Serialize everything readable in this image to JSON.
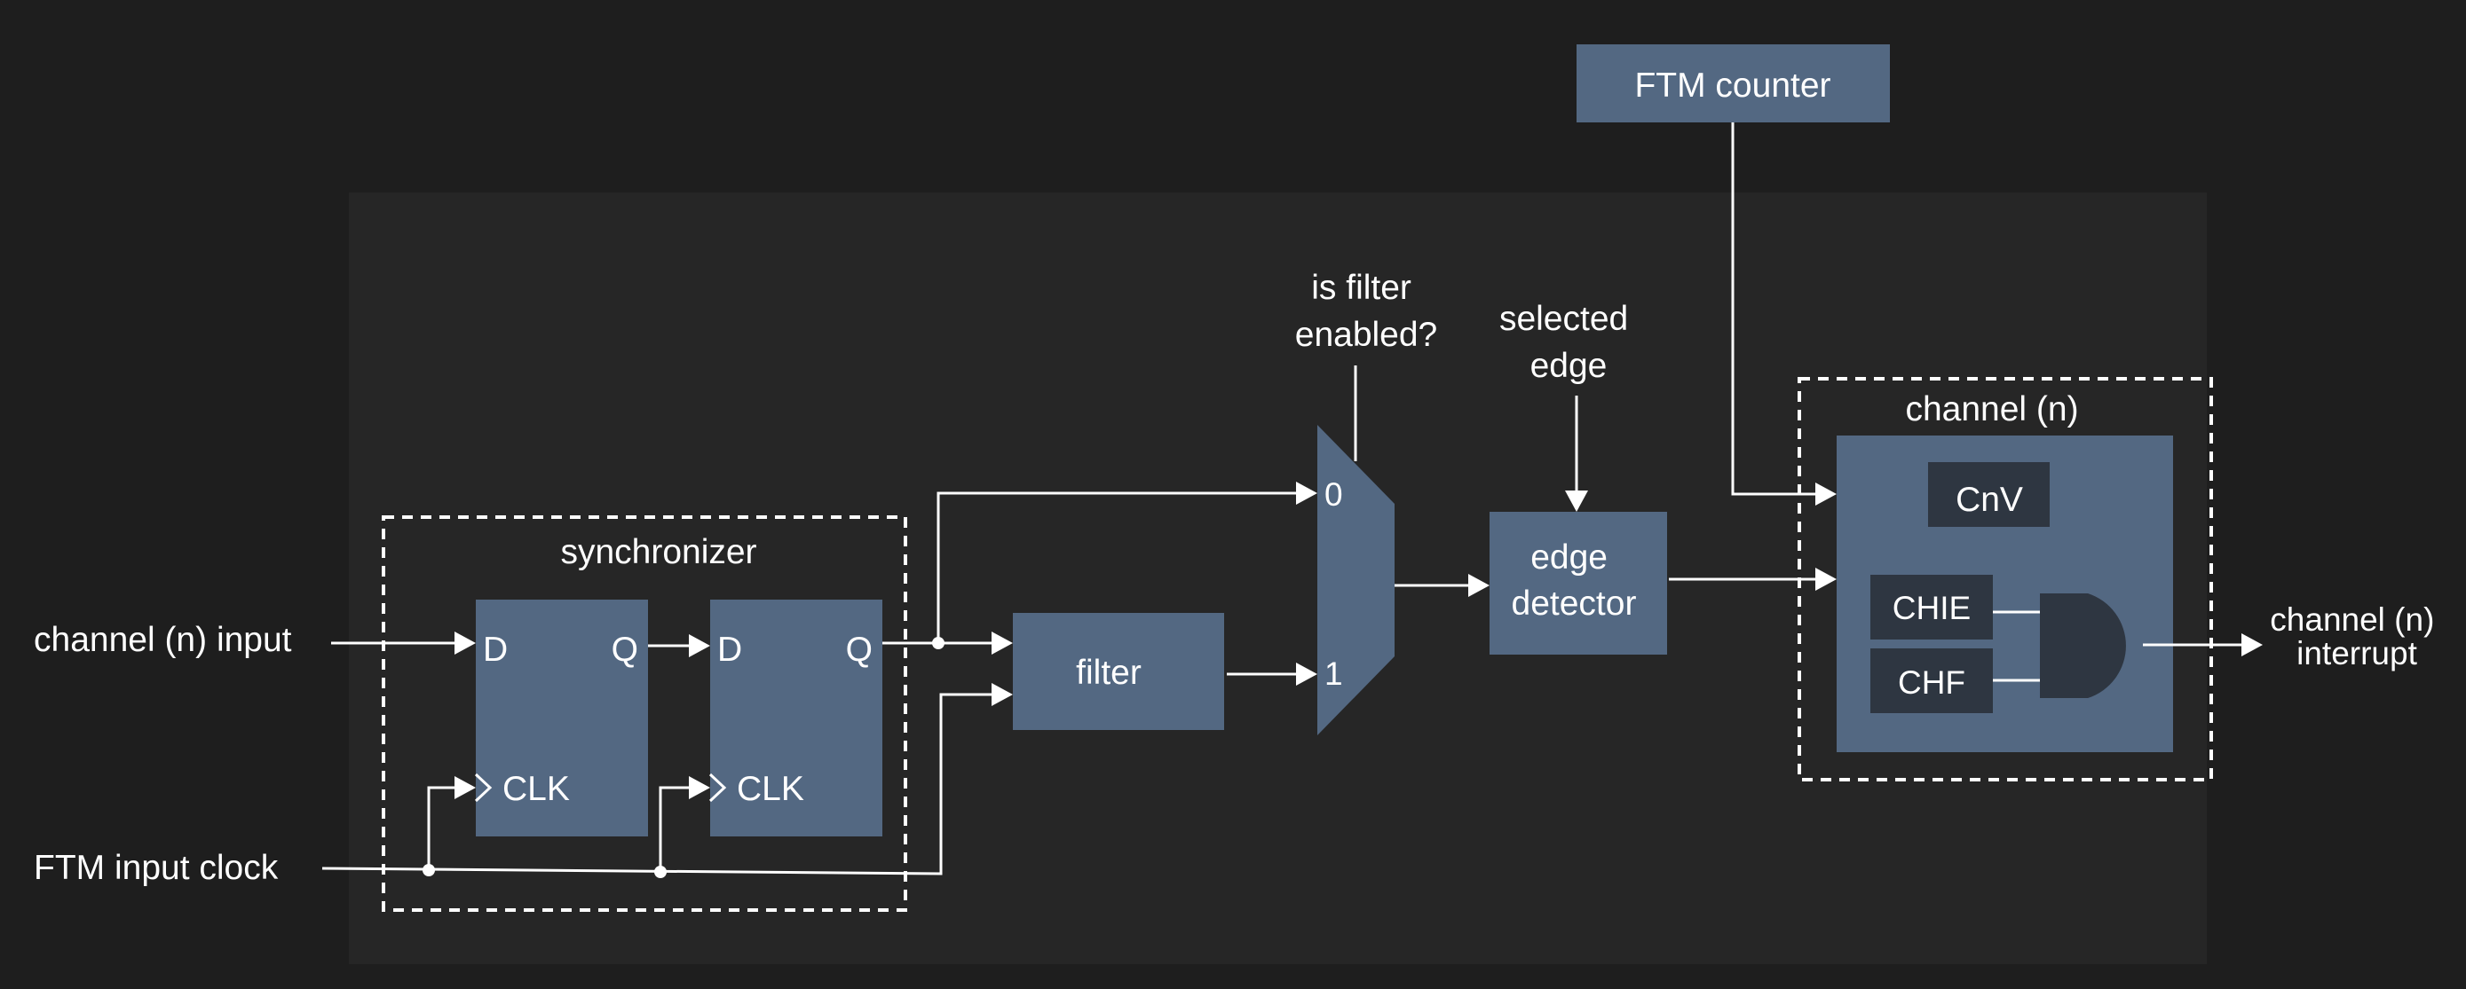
{
  "labels": {
    "channel_input": "channel (n) input",
    "ftm_input_clock": "FTM input clock",
    "synchronizer": "synchronizer",
    "ff_d": "D",
    "ff_q": "Q",
    "ff_clk": "CLK",
    "filter": "filter",
    "filter_question_line1": "is filter",
    "filter_question_line2": "enabled?",
    "mux_in0": "0",
    "mux_in1": "1",
    "selected_edge_line1": "selected",
    "selected_edge_line2": "edge",
    "edge_detector_line1": "edge",
    "edge_detector_line2": "detector",
    "ftm_counter": "FTM counter",
    "channel_group": "channel (n)",
    "cnv": "CnV",
    "chie": "CHIE",
    "chf": "CHF",
    "interrupt_line1": "channel (n)",
    "interrupt_line2": "interrupt"
  },
  "colors": {
    "background": "#1e1e1e",
    "panel": "#262626",
    "block": "#536882",
    "register": "#2e3641",
    "line": "#ffffff"
  }
}
